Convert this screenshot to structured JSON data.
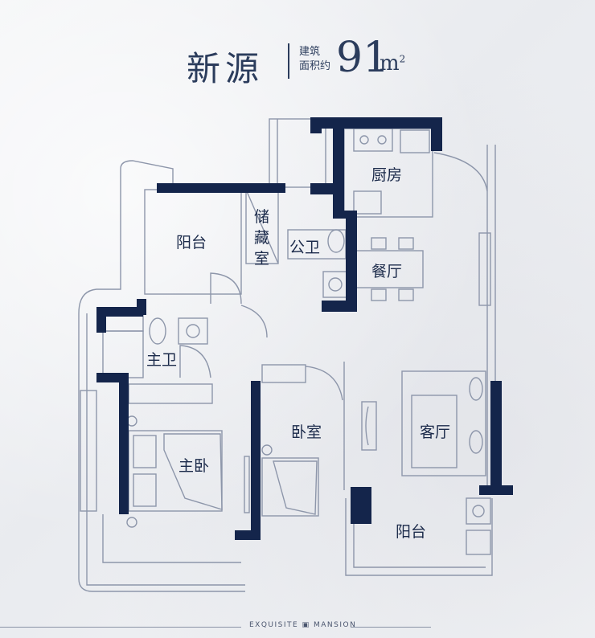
{
  "header": {
    "name": "新源",
    "area_label_line1": "建筑",
    "area_label_line2": "面积约",
    "area_value": "91",
    "area_unit": "m",
    "area_unit_sup": "2"
  },
  "rooms": {
    "kitchen": "厨房",
    "balcony_north": "阳台",
    "storage_1": "储",
    "storage_2": "藏",
    "storage_3": "室",
    "public_bath": "公卫",
    "dining": "餐厅",
    "master_bath": "主卫",
    "bedroom": "卧室",
    "living": "客厅",
    "master_bedroom": "主卧",
    "balcony_south": "阳台"
  },
  "footer": {
    "brand": "EXQUISITE",
    "brand2": "MANSION"
  },
  "colors": {
    "wall": "#14254b",
    "line": "#8d96aa",
    "accent": "#2b3c5c"
  }
}
